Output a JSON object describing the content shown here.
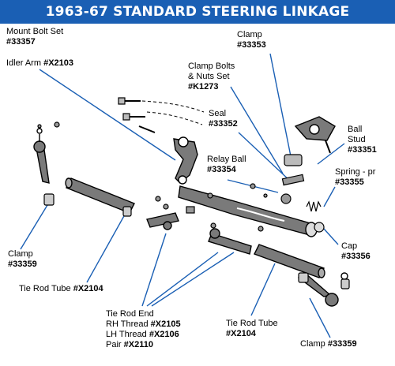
{
  "title": "1963-67 STANDARD STEERING LINKAGE",
  "colors": {
    "title_bg": "#1a5fb4",
    "title_text": "#ffffff",
    "leader": "#1a5fb4",
    "part_fill": "#7a7a7a",
    "part_outline": "#000000"
  },
  "callouts": {
    "mount_bolt": {
      "name": "Mount Bolt Set",
      "part": "#33357"
    },
    "idler_arm": {
      "name": "Idler Arm",
      "part": "#X2103"
    },
    "clamp_top": {
      "name": "Clamp",
      "part": "#33353"
    },
    "clamp_bolts": {
      "name_l1": "Clamp Bolts",
      "name_l2": "& Nuts Set",
      "part": "#K1273"
    },
    "seal": {
      "name": "Seal",
      "part": "#33352"
    },
    "ball_stud": {
      "name_l1": "Ball",
      "name_l2": "Stud",
      "part": "#33351"
    },
    "relay_ball": {
      "name": "Relay Ball",
      "part": "#33354"
    },
    "spring": {
      "name": "Spring - pr",
      "part": "#33355"
    },
    "cap": {
      "name": "Cap",
      "part": "#33356"
    },
    "clamp_left": {
      "name": "Clamp",
      "part": "#33359"
    },
    "tie_rod_tube_left": {
      "name": "Tie Rod Tube",
      "part": "#X2104"
    },
    "tie_rod_end": {
      "name": "Tie Rod End",
      "rh_label": "RH Thread",
      "rh_part": "#X2105",
      "lh_label": "LH Thread",
      "lh_part": "#X2106",
      "pair_label": "Pair",
      "pair_part": "#X2110"
    },
    "tie_rod_tube_right": {
      "name": "Tie Rod Tube",
      "part": "#X2104"
    },
    "clamp_right": {
      "name": "Clamp",
      "part": "#33359"
    }
  }
}
